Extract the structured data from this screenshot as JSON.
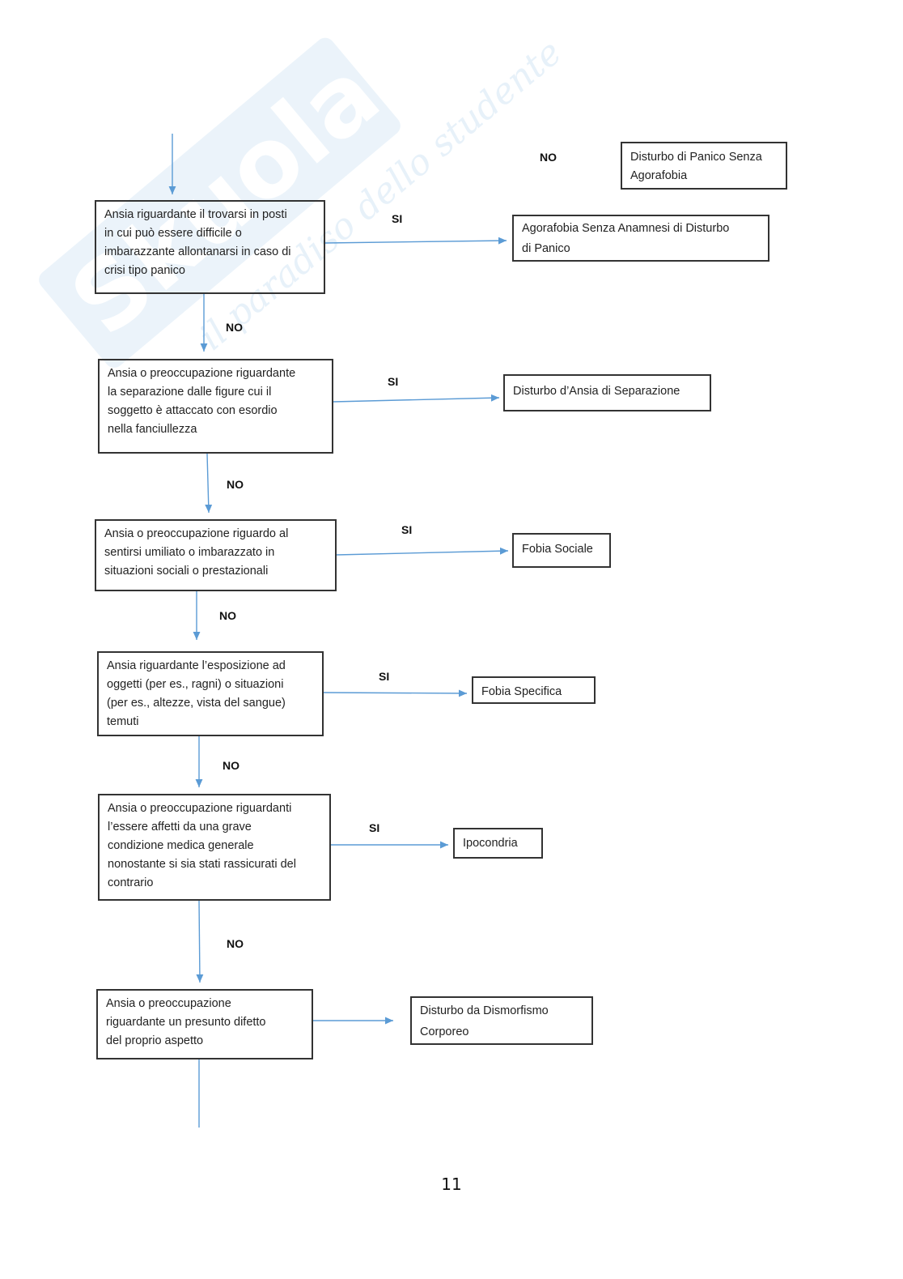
{
  "diagram": {
    "questions": [
      "Ansia riguardante il trovarsi in posti\nin cui può essere difficile o\nimbarazzante allontanarsi in caso di\ncrisi tipo panico",
      "Ansia o preoccupazione riguardante\nla separazione dalle figure cui il\nsoggetto è attaccato con esordio\nnella fanciullezza",
      "Ansia o preoccupazione riguardo al\nsentirsi umiliato o imbarazzato in\nsituazioni sociali o prestazionali",
      "Ansia riguardante l’esposizione ad\noggetti (per es., ragni) o situazioni\n(per es., altezze, vista del sangue)\ntemuti",
      "Ansia o preoccupazione riguardanti\nl’essere affetti da una grave\ncondizione medica generale\nnonostante si sia stati rassicurati del\ncontrario",
      "Ansia o preoccupazione\nriguardante un presunto difetto\ndel proprio aspetto"
    ],
    "outcomes": [
      "Disturbo di Panico Senza\nAgorafobia",
      "Agorafobia Senza Anamnesi di Disturbo\ndi Panico",
      "Disturbo d’Ansia di Separazione",
      "Fobia Sociale",
      "Fobia Specifica",
      "Ipocondria",
      "Disturbo da Dismorfismo\nCorporeo"
    ],
    "yes_label": "SI",
    "no_label": "NO"
  },
  "watermark": {
    "brand": "Skuola.net",
    "tagline": "il paradiso dello studente"
  },
  "colors": {
    "connector": "#5b9bd5",
    "box_border": "#333333",
    "watermark": "#dcebf7"
  },
  "page_number": "11"
}
